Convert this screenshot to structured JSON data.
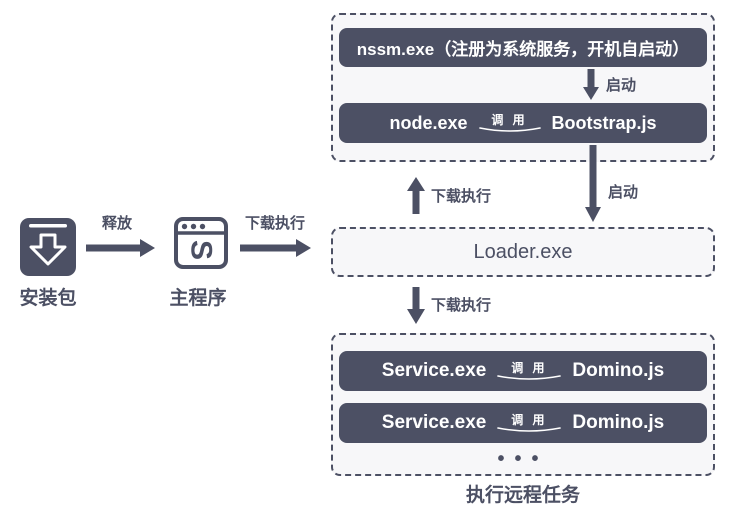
{
  "colors": {
    "dark": "#4c5064",
    "panel_bg": "#f7f7f9",
    "box_text": "#ffffff",
    "page_bg": "#ffffff"
  },
  "installer": {
    "label": "安装包"
  },
  "main_program": {
    "label": "主程序"
  },
  "arrows": {
    "release": "释放",
    "download_exec_left": "下载执行",
    "start_top": "启动",
    "download_exec_up": "下载执行",
    "start_mid": "启动",
    "download_exec_down": "下载执行"
  },
  "persistence": {
    "nssm_label": "nssm.exe（注册为系统服务，开机自启动）",
    "node": {
      "exe": "node.exe",
      "invoke": "调 用",
      "script": "Bootstrap.js"
    }
  },
  "loader": {
    "label": "Loader.exe"
  },
  "tasks": {
    "rows": [
      {
        "exe": "Service.exe",
        "invoke": "调 用",
        "script": "Domino.js"
      },
      {
        "exe": "Service.exe",
        "invoke": "调 用",
        "script": "Domino.js"
      }
    ],
    "ellipsis": "•••",
    "caption": "执行远程任务"
  }
}
